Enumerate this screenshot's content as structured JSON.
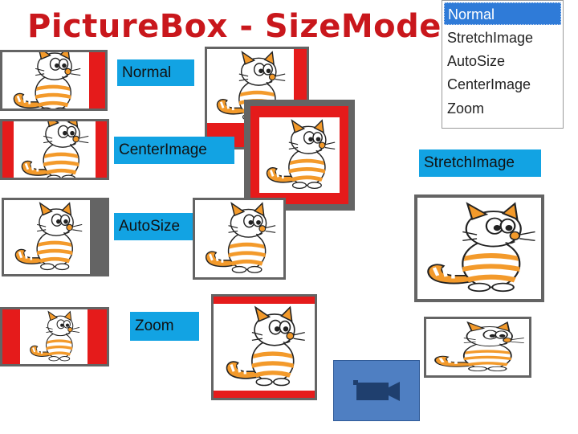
{
  "title": "PictureBox - SizeMode",
  "size_mode_list": {
    "items": [
      "Normal",
      "StretchImage",
      "AutoSize",
      "CenterImage",
      "Zoom"
    ],
    "selected": "Normal"
  },
  "labels": {
    "normal": "Normal",
    "center_image": "CenterImage",
    "auto_size": "AutoSize",
    "zoom": "Zoom",
    "stretch_image": "StretchImage"
  },
  "colors": {
    "title": "#c9171c",
    "label_bg": "#12a3e3",
    "selection": "#2f7bd8",
    "frame": "#646464",
    "letterbox": "#e51b1b",
    "cat_orange": "#f39a2b",
    "media_button": "#4f7fc2"
  },
  "icons": {
    "media_button": "video-camera-icon",
    "picture": "cat-icon"
  }
}
